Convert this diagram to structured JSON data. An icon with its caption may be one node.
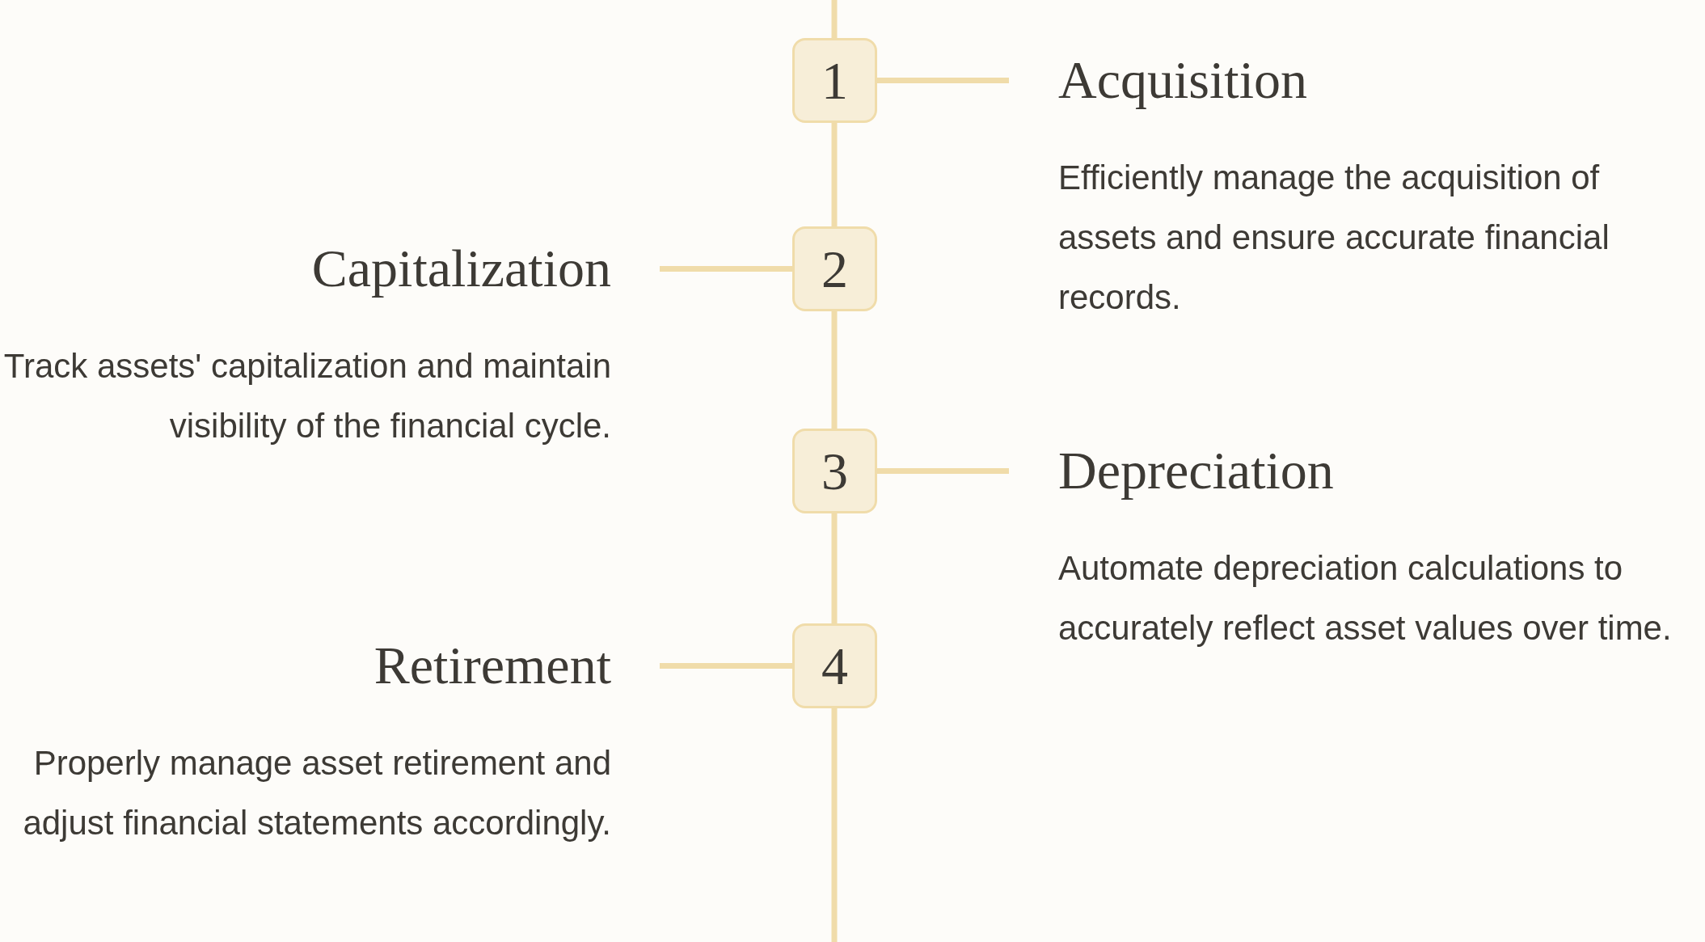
{
  "diagram": {
    "nodes": [
      {
        "text": [
          "1"
        ]
      },
      {
        "text": [
          "Acquisition",
          "Efficiently manage the acquisition of assets and ensure accurate financial records."
        ]
      },
      {
        "text": [
          "2"
        ]
      },
      {
        "text": [
          "Capitalization",
          "Track assets' capitalization and maintain visibility of the financial cycle."
        ]
      },
      {
        "text": [
          "3"
        ]
      },
      {
        "text": [
          "Depreciation",
          "Automate depreciation calculations to accurately reflect asset values over time."
        ]
      },
      {
        "text": [
          "4"
        ]
      },
      {
        "text": [
          "Retirement",
          "Properly manage asset retirement and adjust financial statements accordingly."
        ]
      }
    ],
    "edges": [
      {
        "from": null,
        "to": 0,
        "arrow": "none"
      },
      {
        "from": 0,
        "to": 2,
        "arrow": "none"
      },
      {
        "from": 2,
        "to": 4,
        "arrow": "none"
      },
      {
        "from": 4,
        "to": 6,
        "arrow": "none"
      },
      {
        "from": 6,
        "to": null,
        "arrow": "none"
      },
      {
        "from": 0,
        "to": 1,
        "arrow": "none"
      },
      {
        "from": 2,
        "to": 3,
        "arrow": "none"
      },
      {
        "from": 4,
        "to": 5,
        "arrow": "none"
      },
      {
        "from": 6,
        "to": 7,
        "arrow": "none"
      }
    ]
  }
}
